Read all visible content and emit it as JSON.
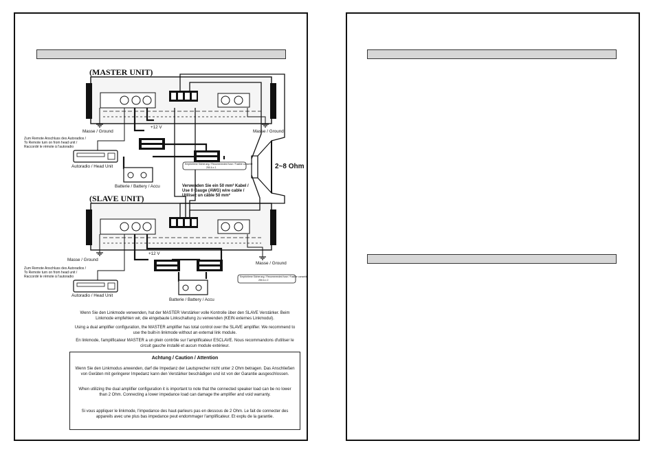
{
  "left_page": {
    "master_title": "(MASTER UNIT)",
    "slave_title": "(SLAVE UNIT)",
    "ground_label": "Masse / Ground",
    "plus12v": "+12 V",
    "remote_label": [
      "Zum Remote Anschluss des Autoradios /",
      "To Remote turn on from head unit /",
      "Raccordé le rémote à l'autoradio"
    ],
    "head_unit_label": "Autoradio / Head Unit",
    "battery_label": "Batterie / Battery / Accu",
    "impedance_label": "2~8 Ohm",
    "cable_note": [
      "Verwenden Sie ein 50 mm² Kabel /",
      "Use 0 Gauge (AWG) wire cable /",
      "Utilisez un câble 50 mm²"
    ],
    "fuse_note_master": [
      "Empfohlene Sicherung / Recommended fuse / Fusible conseillé",
      "250 A x 1"
    ],
    "fuse_note_slave": [
      "Empfohlene Sicherung / Recommended fuse / Fusible conseillé",
      "250 A x 2"
    ],
    "intro_de": "Wenn Sie den Linkmode verwenden, hat der MASTER Verstärker volle Kontrolle über den SLAVE Verstärker. Beim Linkmode empfehlen wir, die eingebaute Linkschaltung zu verwenden (KEIN externes Linkmodul).",
    "intro_en": "Using a dual amplifier configuration, the MASTER amplifier has total control over the SLAVE amplifier. We recommend to use the built-in linkmode without an external link module.",
    "intro_fr": "En linkmode, l'amplificateur MASTER a un plein contrôle sur l'amplificateur ESCLAVE. Nous recommandons d'utiliser le circuit gauche installé et aucun module extérieur.",
    "warning_title": "Achtung / Caution / Attention",
    "warning_de": "Wenn Sie den Linkmodus anwenden, darf die Impedanz der Lautsprecher nicht unter 2 Ohm betragen. Das Anschließen von Geräten mit geringerer Impedanz kann den Verstärker beschädigen und ist von der Garantie ausgeschlossen.",
    "warning_en": "When utilizing the dual amplifier configuration it is important to note that the connected speaker load can be no lower than 2 Ohm. Connecting a lower impedance load can damage the amplifier and void warranty.",
    "warning_fr": "Si vous appliquer le linkmode, l'impedance des haut-parleurs pas en dessous de 2 Ohm. Le fait de connecter des appareils avec une plus bas impedance peut endommager l'amplificateur. Et explu de la garantie."
  },
  "colors": {
    "frame": "#111111",
    "section_bar": "#d7d7d7",
    "wire": "#111111"
  }
}
